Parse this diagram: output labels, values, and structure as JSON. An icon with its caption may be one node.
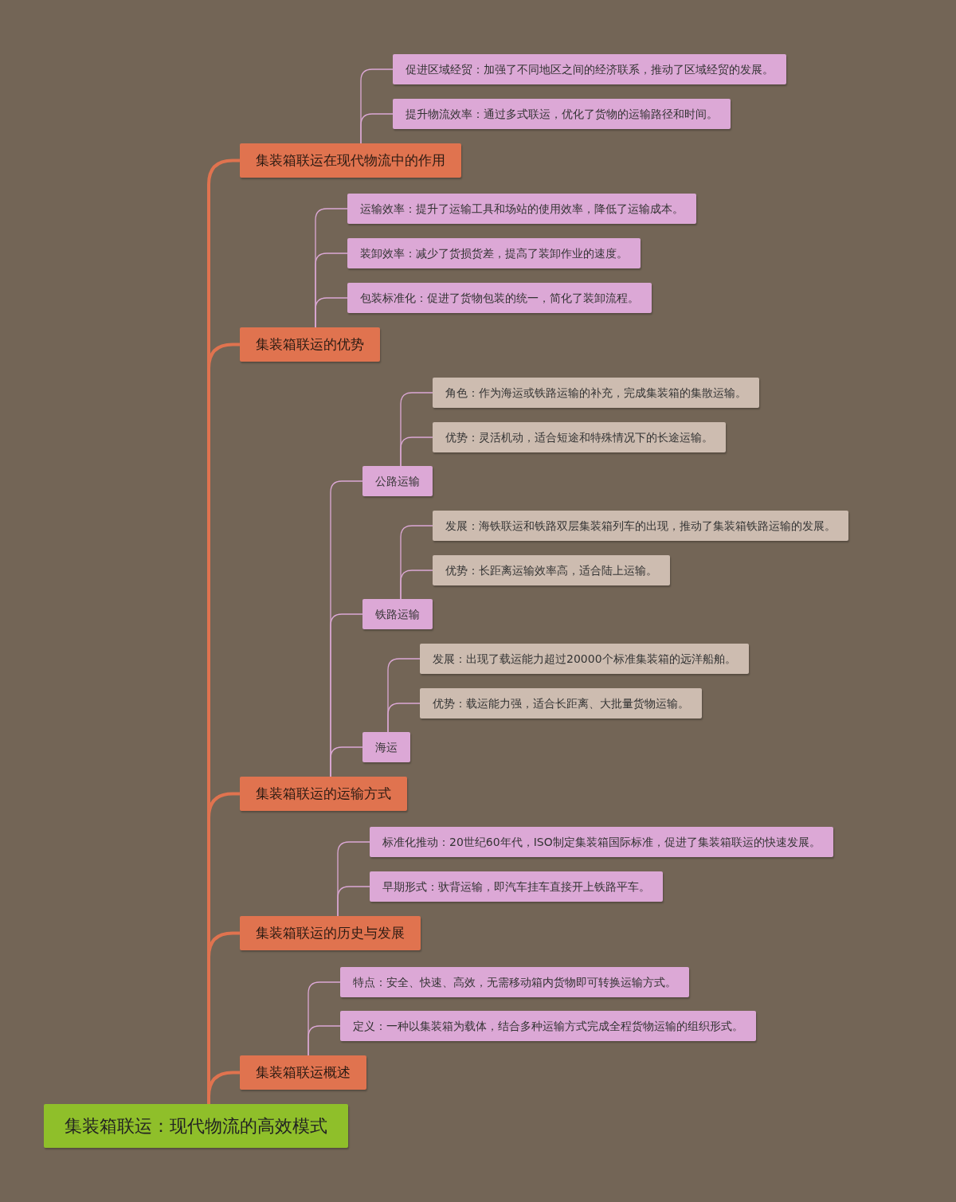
{
  "diagram": {
    "nodes": [
      {
        "text": [
          "促进区域经贸：加强了不同地区之间的经济联系，推动了区域经贸的发展。"
        ]
      },
      {
        "text": [
          "提升物流效率：通过多式联运，优化了货物的运输路径和时间。"
        ]
      },
      {
        "text": [
          "集装箱联运在现代物流中的作用"
        ]
      },
      {
        "text": [
          "运输效率：提升了运输工具和场站的使用效率，降低了运输成本。"
        ]
      },
      {
        "text": [
          "装卸效率：减少了货损货差，提高了装卸作业的速度。"
        ]
      },
      {
        "text": [
          "包装标准化：促进了货物包装的统一，简化了装卸流程。"
        ]
      },
      {
        "text": [
          "集装箱联运的优势"
        ]
      },
      {
        "text": [
          "角色：作为海运或铁路运输的补充，完成集装箱的集散运输。"
        ]
      },
      {
        "text": [
          "优势：灵活机动，适合短途和特殊情况下的长途运输。"
        ]
      },
      {
        "text": [
          "公路运输"
        ]
      },
      {
        "text": [
          "发展：海铁联运和铁路双层集装箱列车的出现，推动了集装箱铁路运输的发展。"
        ]
      },
      {
        "text": [
          "优势：长距离运输效率高，适合陆上运输。"
        ]
      },
      {
        "text": [
          "铁路运输"
        ]
      },
      {
        "text": [
          "发展：出现了载运能力超过20000个标准集装箱的远洋船舶。"
        ]
      },
      {
        "text": [
          "优势：载运能力强，适合长距离、大批量货物运输。"
        ]
      },
      {
        "text": [
          "海运"
        ]
      },
      {
        "text": [
          "集装箱联运的运输方式"
        ]
      },
      {
        "text": [
          "标准化推动：20世纪60年代，ISO制定集装箱国际标准，促进了集装箱联运的快速发展。"
        ]
      },
      {
        "text": [
          "早期形式：驮背运输，即汽车挂车直接开上铁路平车。"
        ]
      },
      {
        "text": [
          "集装箱联运的历史与发展"
        ]
      },
      {
        "text": [
          "特点：安全、快速、高效，无需移动箱内货物即可转换运输方式。"
        ]
      },
      {
        "text": [
          "定义：一种以集装箱为载体，结合多种运输方式完成全程货物运输的组织形式。"
        ]
      },
      {
        "text": [
          "集装箱联运概述"
        ]
      },
      {
        "text": [
          "集装箱联运：现代物流的高效模式"
        ]
      }
    ],
    "edges": [
      {
        "from": 23,
        "to": 2,
        "arrow": "none",
        "style": "thick",
        "color": "#e0734f"
      },
      {
        "from": 23,
        "to": 6,
        "arrow": "none",
        "style": "thick",
        "color": "#e0734f"
      },
      {
        "from": 23,
        "to": 16,
        "arrow": "none",
        "style": "thick",
        "color": "#e0734f"
      },
      {
        "from": 23,
        "to": 19,
        "arrow": "none",
        "style": "thick",
        "color": "#e0734f"
      },
      {
        "from": 23,
        "to": 22,
        "arrow": "none",
        "style": "thick",
        "color": "#e0734f"
      },
      {
        "from": 2,
        "to": 0,
        "arrow": "none"
      },
      {
        "from": 2,
        "to": 1,
        "arrow": "none"
      },
      {
        "from": 6,
        "to": 3,
        "arrow": "none"
      },
      {
        "from": 6,
        "to": 4,
        "arrow": "none"
      },
      {
        "from": 6,
        "to": 5,
        "arrow": "none"
      },
      {
        "from": 16,
        "to": 9,
        "arrow": "none"
      },
      {
        "from": 16,
        "to": 12,
        "arrow": "none"
      },
      {
        "from": 16,
        "to": 15,
        "arrow": "none"
      },
      {
        "from": 9,
        "to": 7,
        "arrow": "none"
      },
      {
        "from": 9,
        "to": 8,
        "arrow": "none"
      },
      {
        "from": 12,
        "to": 10,
        "arrow": "none"
      },
      {
        "from": 12,
        "to": 11,
        "arrow": "none"
      },
      {
        "from": 15,
        "to": 13,
        "arrow": "none"
      },
      {
        "from": 15,
        "to": 14,
        "arrow": "none"
      },
      {
        "from": 19,
        "to": 17,
        "arrow": "none"
      },
      {
        "from": 19,
        "to": 18,
        "arrow": "none"
      },
      {
        "from": 22,
        "to": 20,
        "arrow": "none"
      },
      {
        "from": 22,
        "to": 21,
        "arrow": "none"
      }
    ]
  }
}
